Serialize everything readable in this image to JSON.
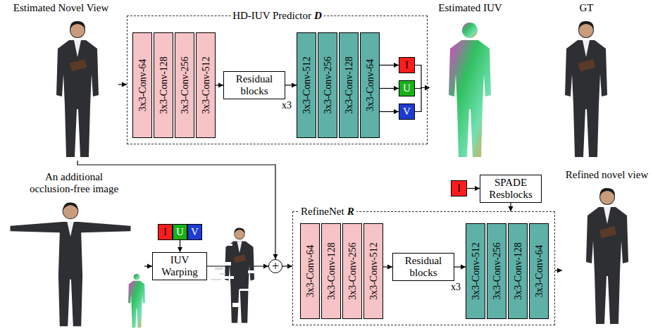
{
  "diagram": {
    "nodes": [
      {
        "text": [
          "Estimated Novel View"
        ]
      },
      {
        "text": [
          "HD-IUV Predictor",
          "D"
        ]
      },
      {
        "text": [
          "3x3-Conv-64"
        ],
        "in": 1
      },
      {
        "text": [
          "3x3-Conv-128"
        ],
        "in": 1
      },
      {
        "text": [
          "3x3-Conv-256"
        ],
        "in": 1
      },
      {
        "text": [
          "3x3-Conv-512"
        ],
        "in": 1
      },
      {
        "text": [
          "Residual blocks",
          "x3"
        ],
        "in": 1
      },
      {
        "text": [
          "3x3-Conv-512"
        ],
        "in": 1
      },
      {
        "text": [
          "3x3-Conv-256"
        ],
        "in": 1
      },
      {
        "text": [
          "3x3-Conv-128"
        ],
        "in": 1
      },
      {
        "text": [
          "3x3-Conv-64"
        ],
        "in": 1
      },
      {
        "text": [
          "I"
        ],
        "in": 1
      },
      {
        "text": [
          "U"
        ],
        "in": 1
      },
      {
        "text": [
          "V"
        ],
        "in": 1
      },
      {
        "text": [
          "Estimated IUV"
        ]
      },
      {
        "text": [
          "GT"
        ]
      },
      {
        "text": [
          "An additional occlusion-free image"
        ]
      },
      {
        "text": [
          "I"
        ]
      },
      {
        "text": [
          "U"
        ]
      },
      {
        "text": [
          "V"
        ]
      },
      {
        "text": [
          "IUV Warping"
        ]
      },
      {
        "text": [
          "+"
        ]
      },
      {
        "text": [
          "RefineNet",
          "R"
        ]
      },
      {
        "text": [
          "3x3-Conv-64"
        ],
        "in": 22
      },
      {
        "text": [
          "3x3-Conv-128"
        ],
        "in": 22
      },
      {
        "text": [
          "3x3-Conv-256"
        ],
        "in": 22
      },
      {
        "text": [
          "3x3-Conv-512"
        ],
        "in": 22
      },
      {
        "text": [
          "Residual blocks",
          "x3"
        ],
        "in": 22
      },
      {
        "text": [
          "3x3-Conv-512"
        ],
        "in": 22
      },
      {
        "text": [
          "3x3-Conv-256"
        ],
        "in": 22
      },
      {
        "text": [
          "3x3-Conv-128"
        ],
        "in": 22
      },
      {
        "text": [
          "3x3-Conv-64"
        ],
        "in": 22
      },
      {
        "text": [
          "I"
        ]
      },
      {
        "text": [
          "SPADE Resblocks"
        ]
      },
      {
        "text": [
          "Refined novel view"
        ]
      }
    ],
    "edges": [
      {
        "from": 0,
        "to": 1,
        "arrow": "to"
      },
      {
        "from": 5,
        "to": 6,
        "arrow": "to"
      },
      {
        "from": 6,
        "to": 7,
        "arrow": "to"
      },
      {
        "from": 10,
        "to": 11,
        "arrow": "to"
      },
      {
        "from": 10,
        "to": 12,
        "arrow": "to"
      },
      {
        "from": 10,
        "to": 13,
        "arrow": "to"
      },
      {
        "from": 11,
        "to": 14,
        "arrow": "to"
      },
      {
        "from": 12,
        "to": 14,
        "arrow": "to"
      },
      {
        "from": 13,
        "to": 14,
        "arrow": "to"
      },
      {
        "from": 0,
        "to": 21,
        "arrow": "to"
      },
      {
        "from": 16,
        "to": 20,
        "arrow": "to"
      },
      {
        "from": 18,
        "to": 20,
        "arrow": "to"
      },
      {
        "from": 20,
        "to": 21,
        "arrow": "to"
      },
      {
        "from": 21,
        "to": 22,
        "arrow": "to"
      },
      {
        "from": 26,
        "to": 27,
        "arrow": "to"
      },
      {
        "from": 27,
        "to": 28,
        "arrow": "to"
      },
      {
        "from": 32,
        "to": 33,
        "arrow": "to"
      },
      {
        "from": 33,
        "to": 22,
        "arrow": "to"
      },
      {
        "from": 22,
        "to": 34,
        "arrow": "to"
      }
    ]
  }
}
